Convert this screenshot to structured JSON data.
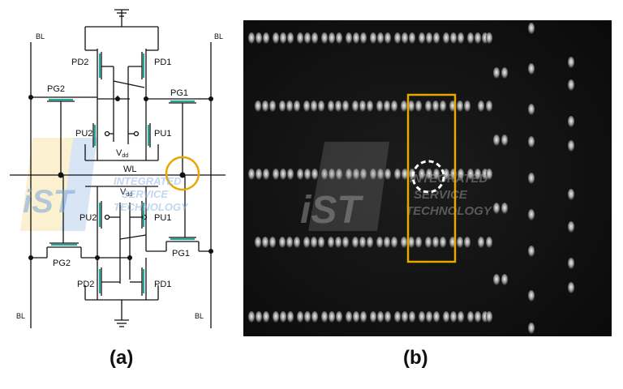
{
  "panel_a": {
    "label": "(a)",
    "bitline_left": "BL",
    "bitline_right": "BL",
    "bitline_bottom_left": "BL",
    "bitline_bottom_right": "BL",
    "wordline": "WL",
    "vdd_base": "V",
    "vdd_sub": "dd",
    "top_cell": {
      "pd_left": "PD2",
      "pd_right": "PD1",
      "pg_left": "PG2",
      "pg_right": "PG1",
      "pu_left": "PU2",
      "pu_right": "PU1"
    },
    "bottom_cell": {
      "pd_left": "PD2",
      "pd_right": "PD1",
      "pg_left": "PG2",
      "pg_right": "PG1",
      "pu_left": "PU2",
      "pu_right": "PU1"
    },
    "highlight_color": "#e8a800"
  },
  "panel_b": {
    "label": "(b)",
    "highlight_color": "#e8a800",
    "defect_marker_color": "#ffffff"
  },
  "watermark": {
    "logo": "iST",
    "line1": "INTEGRATED",
    "line2": "SERVICE",
    "line3": "TECHNOLOGY"
  }
}
